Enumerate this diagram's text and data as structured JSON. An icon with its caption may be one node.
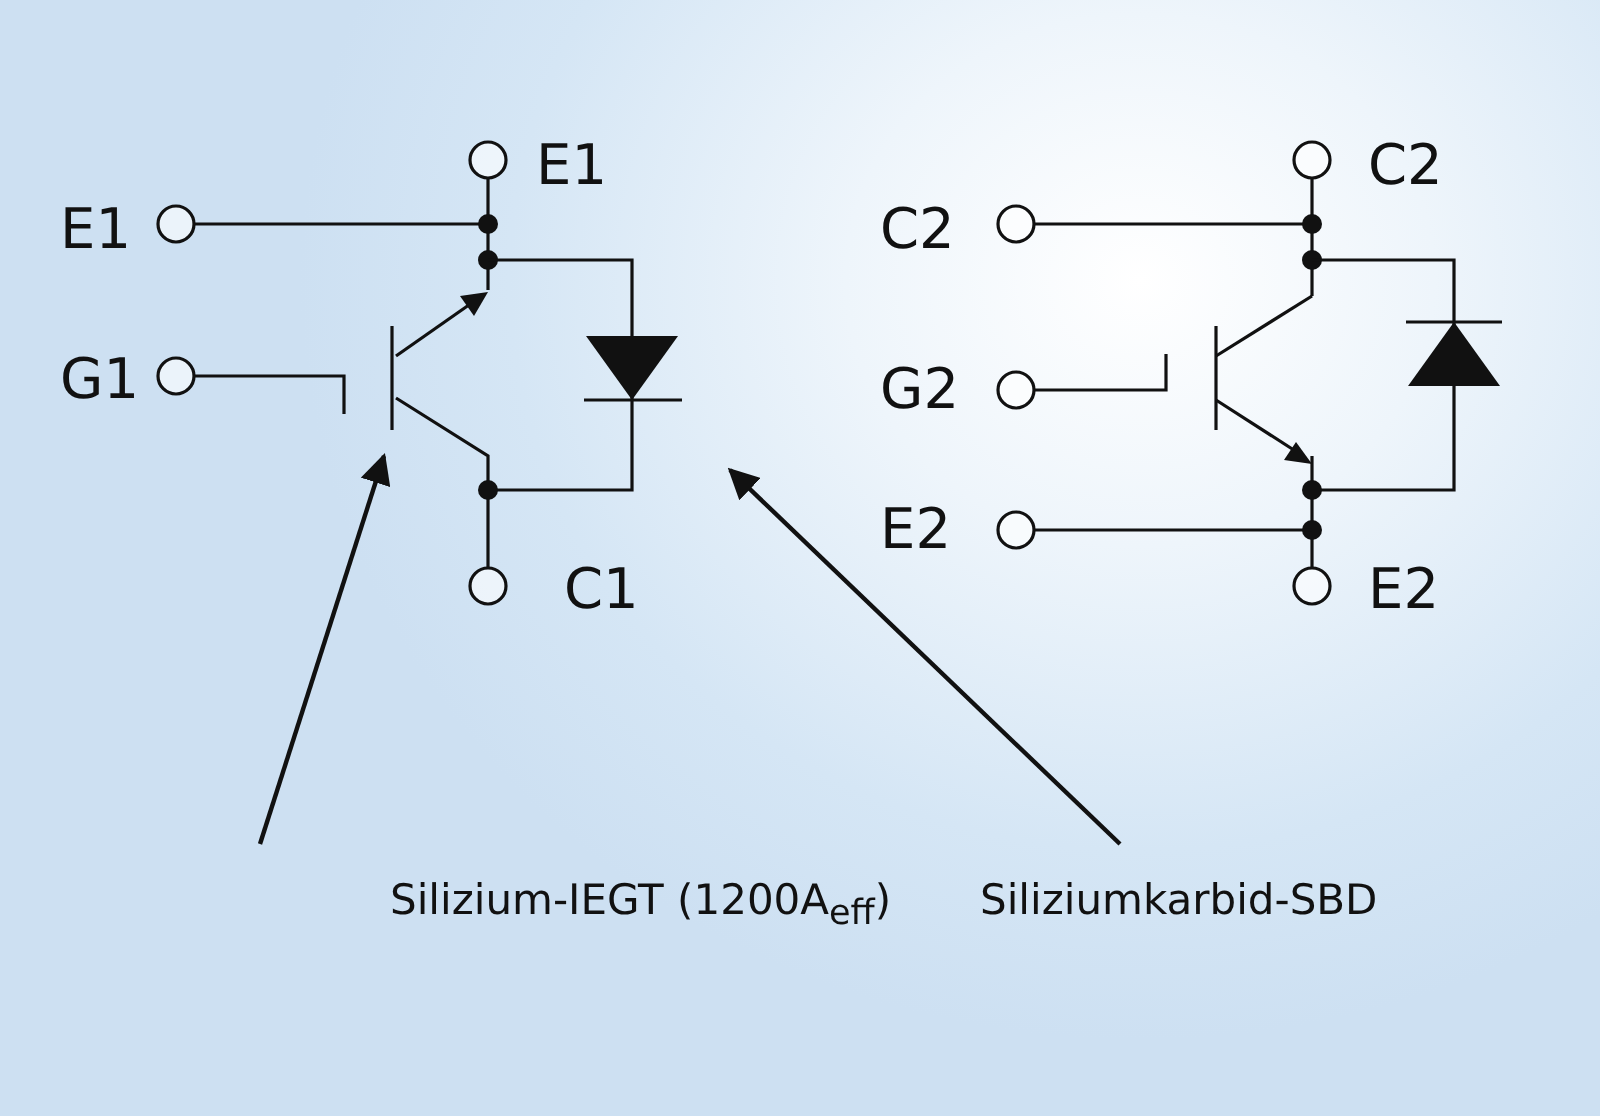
{
  "diagram": {
    "nodes": [
      {
        "text": [
          "Silizium-IEGT (1200A$_{eff}$)"
        ]
      },
      {
        "text": [
          "Siliziumkarbid-SBD"
        ]
      }
    ],
    "edges": [
      {
        "from": 0,
        "to": null,
        "arrow": "to"
      },
      {
        "from": 1,
        "to": null,
        "arrow": "to"
      }
    ],
    "labels": [
      "E1",
      "E1",
      "G1",
      "C1",
      "C2",
      "C2",
      "G2",
      "E2",
      "E2"
    ]
  }
}
